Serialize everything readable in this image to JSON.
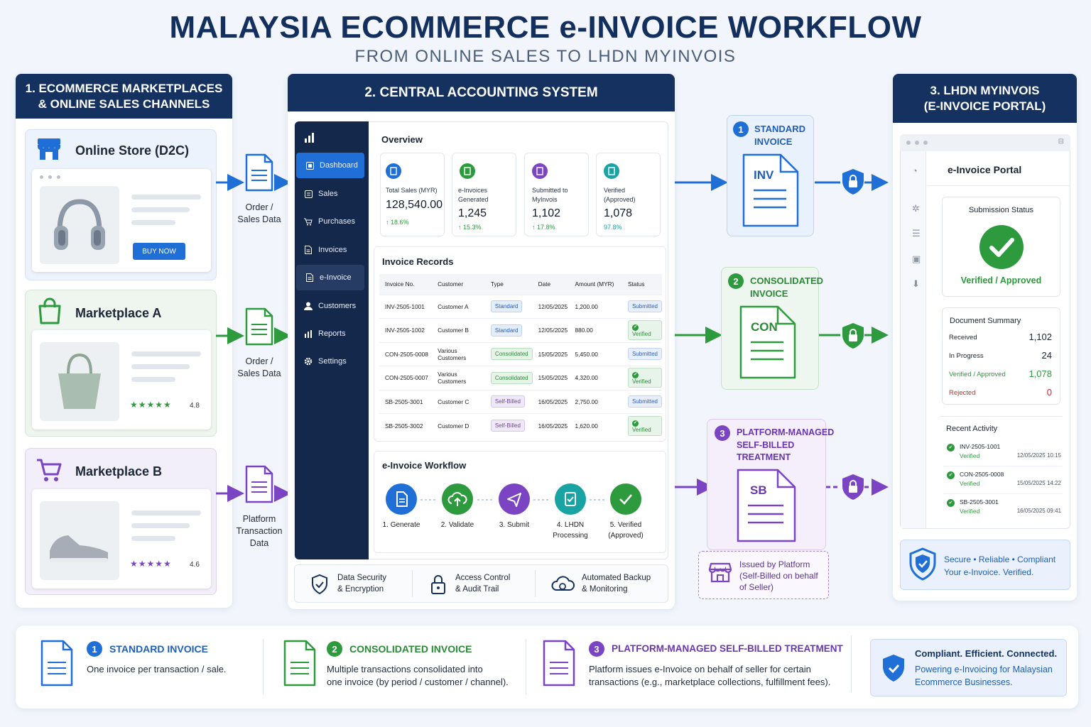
{
  "title": "MALAYSIA ECOMMERCE e-INVOICE WORKFLOW",
  "subtitle": "FROM ONLINE SALES TO LHDN MYINVOIS",
  "colors": {
    "navy": "#14315f",
    "blue": "#1f6fd6",
    "green": "#2e9a3e",
    "purple": "#7a44c2",
    "teal": "#1aa3a3"
  },
  "col1": {
    "header_line1": "1. ECOMMERCE MARKETPLACES",
    "header_line2": "& ONLINE SALES CHANNELS",
    "channels": [
      {
        "name": "Online Store (D2C)",
        "icon": "store-icon",
        "cta": "BUY NOW",
        "product": "headphones-image"
      },
      {
        "name": "Marketplace A",
        "icon": "shopping-bag-icon",
        "rating": "4.8",
        "product": "tote-bag-image"
      },
      {
        "name": "Marketplace B",
        "icon": "shopping-cart-icon",
        "rating": "4.6",
        "product": "sneakers-image"
      }
    ],
    "flow_labels": [
      {
        "line1": "Order /",
        "line2": "Sales Data",
        "line3": ""
      },
      {
        "line1": "Order /",
        "line2": "Sales Data",
        "line3": ""
      },
      {
        "line1": "Platform",
        "line2": "Transaction",
        "line3": "Data"
      }
    ]
  },
  "col2": {
    "header": "2. CENTRAL ACCOUNTING SYSTEM",
    "sidebar": [
      "Dashboard",
      "Sales",
      "Purchases",
      "Invoices",
      "e-Invoice",
      "Customers",
      "Reports",
      "Settings"
    ],
    "overview_title": "Overview",
    "kpis": [
      {
        "label_line1": "Total Sales (MYR)",
        "label_line2": "",
        "value": "128,540.00",
        "delta": "↑ 18.6%"
      },
      {
        "label_line1": "e-Invoices",
        "label_line2": "Generated",
        "value": "1,245",
        "delta": "↑ 15.3%"
      },
      {
        "label_line1": "Submitted to",
        "label_line2": "MyInvois",
        "value": "1,102",
        "delta": "↑ 17.8%"
      },
      {
        "label_line1": "Verified",
        "label_line2": "(Approved)",
        "value": "1,078",
        "delta": "97.8%"
      }
    ],
    "records_title": "Invoice Records",
    "columns": [
      "Invoice No.",
      "Customer",
      "Type",
      "Date",
      "Amount (MYR)",
      "Status"
    ],
    "rows": [
      {
        "no": "INV-2505-1001",
        "customer": "Customer A",
        "type": "Standard",
        "date": "12/05/2025",
        "amount": "1,200.00",
        "status": "Submitted"
      },
      {
        "no": "INV-2505-1002",
        "customer": "Customer B",
        "type": "Standard",
        "date": "12/05/2025",
        "amount": "880.00",
        "status": "Verified"
      },
      {
        "no": "CON-2505-0008",
        "customer": "Various Customers",
        "type": "Consolidated",
        "date": "15/05/2025",
        "amount": "5,450.00",
        "status": "Submitted"
      },
      {
        "no": "CON-2505-0007",
        "customer": "Various Customers",
        "type": "Consolidated",
        "date": "15/05/2025",
        "amount": "4,320.00",
        "status": "Verified"
      },
      {
        "no": "SB-2505-3001",
        "customer": "Customer C",
        "type": "Self-Billed",
        "date": "16/05/2025",
        "amount": "2,750.00",
        "status": "Submitted"
      },
      {
        "no": "SB-2505-3002",
        "customer": "Customer D",
        "type": "Self-Billed",
        "date": "16/05/2025",
        "amount": "1,620.00",
        "status": "Verified"
      }
    ],
    "workflow_title": "e-Invoice Workflow",
    "workflow_steps": [
      {
        "line1": "1. Generate",
        "line2": ""
      },
      {
        "line1": "2. Validate",
        "line2": ""
      },
      {
        "line1": "3. Submit",
        "line2": ""
      },
      {
        "line1": "4. LHDN",
        "line2": "Processing"
      },
      {
        "line1": "5. Verified",
        "line2": "(Approved)"
      }
    ],
    "footer": [
      {
        "line1": "Data Security",
        "line2": "& Encryption"
      },
      {
        "line1": "Access Control",
        "line2": "& Audit Trail"
      },
      {
        "line1": "Automated Backup",
        "line2": "& Monitoring"
      }
    ]
  },
  "doc_types": [
    {
      "num": "1",
      "line1": "STANDARD",
      "line2": "INVOICE",
      "line3": "",
      "code": "INV"
    },
    {
      "num": "2",
      "line1": "CONSOLIDATED",
      "line2": "INVOICE",
      "line3": "",
      "code": "CON"
    },
    {
      "num": "3",
      "line1": "PLATFORM-MANAGED",
      "line2": "SELF-BILLED",
      "line3": "TREATMENT",
      "code": "SB"
    }
  ],
  "issued_by": {
    "line1": "Issued by Platform",
    "line2": "(Self-Billed on behalf",
    "line3": "of Seller)"
  },
  "col3": {
    "header_line1": "3. LHDN MYINVOIS",
    "header_line2": "(E-INVOICE PORTAL)",
    "portal_title": "e-Invoice Portal",
    "status_title": "Submission Status",
    "status_text": "Verified / Approved",
    "summary_title": "Document Summary",
    "summary": [
      {
        "label": "Received",
        "value": "1,102"
      },
      {
        "label": "In Progress",
        "value": "24"
      },
      {
        "label": "Verified / Approved",
        "value": "1,078"
      },
      {
        "label": "Rejected",
        "value": "0"
      }
    ],
    "activity_title": "Recent Activity",
    "activity": [
      {
        "id": "INV-2505-1001",
        "status": "Verified",
        "time": "12/05/2025 10:15"
      },
      {
        "id": "CON-2505-0008",
        "status": "Verified",
        "time": "15/05/2025 14:22"
      },
      {
        "id": "SB-2505-3001",
        "status": "Verified",
        "time": "16/05/2025 09:41"
      }
    ],
    "secure_line1": "Secure • Reliable • Compliant",
    "secure_line2": "Your e-Invoice. Verified."
  },
  "legend": [
    {
      "num": "1",
      "title": "STANDARD INVOICE",
      "line1": "One invoice per transaction / sale.",
      "line2": ""
    },
    {
      "num": "2",
      "title": "CONSOLIDATED INVOICE",
      "line1": "Multiple transactions consolidated into",
      "line2": "one invoice (by period / customer / channel)."
    },
    {
      "num": "3",
      "title": "PLATFORM-MANAGED SELF-BILLED TREATMENT",
      "line1": "Platform issues e-Invoice on behalf of seller for certain",
      "line2": "transactions (e.g., marketplace collections, fulfillment fees)."
    }
  ],
  "tagline": {
    "line1": "Compliant. Efficient. Connected.",
    "line2": "Powering e-Invoicing for Malaysian",
    "line3": "Ecommerce Businesses."
  }
}
